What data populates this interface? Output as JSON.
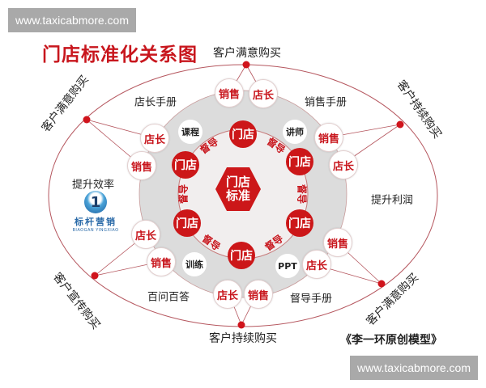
{
  "watermark": {
    "top": "www.taxicabmore.com",
    "bottom": "www.taxicabmore.com"
  },
  "title": "门店标准化关系图",
  "center": {
    "line1": "门店",
    "line2": "标准"
  },
  "outer_labels": {
    "top": "客户满意购买",
    "upper_left": "客户满意购买",
    "upper_right": "客户持续购买",
    "lower_left": "客户宣传购买",
    "lower_right": "客户满意购买",
    "bottom": "客户持续购买"
  },
  "zone_labels": {
    "store_manager_manual": "店长手册",
    "sales_manual": "销售手册",
    "improve_efficiency": "提升效率",
    "improve_profit": "提升利润",
    "faq": "百问百答",
    "supervisor_manual": "督导手册"
  },
  "ring_nodes": {
    "sales": "销售",
    "manager": "店长"
  },
  "small_nodes": {
    "course": "课程",
    "lecturer": "讲师",
    "training": "训练",
    "ppt": "PPT"
  },
  "store_node": "门店",
  "supervisor": "督导",
  "logo": {
    "mark": "1",
    "cn": "标杆营销",
    "en": "BIAOGAN YINGXIAO"
  },
  "credit": "《李一环原创模型》",
  "colors": {
    "accent": "#cc1719",
    "ring_gray": "#d9d9d9",
    "outer_line": "#b5565e"
  }
}
